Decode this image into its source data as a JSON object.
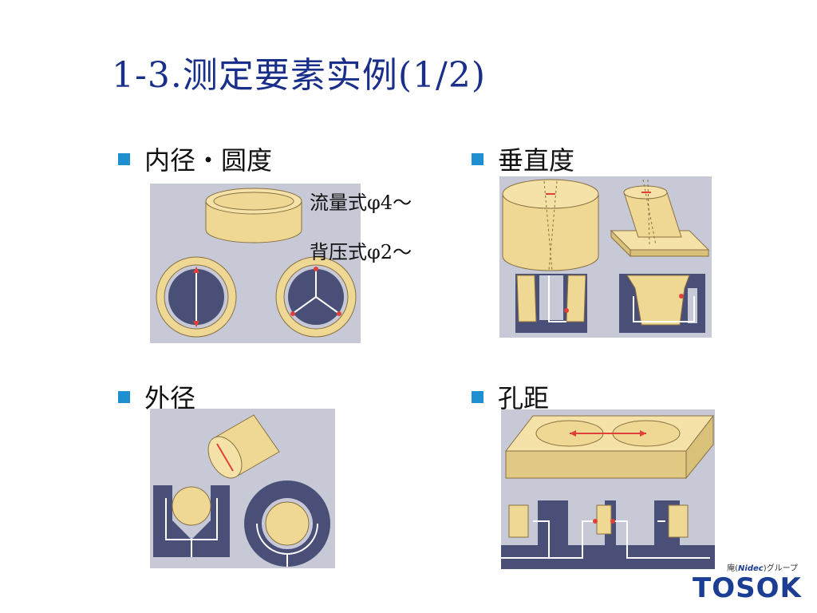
{
  "slide": {
    "title": "1-3.测定要素实例(1/2)"
  },
  "bullets": {
    "inner": "内径・圆度",
    "vertical": "垂直度",
    "outer": "外径",
    "hole": "孔距"
  },
  "notes": {
    "flow": "流量式φ4～",
    "back": "背压式φ2～"
  },
  "logo": {
    "group_prefix": "庵(",
    "group_name": "Nidec",
    "group_suffix": ")グループ",
    "brand": "TOSOK"
  },
  "colors": {
    "accent": "#1e8fd0",
    "title": "#1a2f8a",
    "part": "#f2dc9a",
    "fixture": "#4a4f78",
    "panel": "#c7cad6",
    "arrow": "#e0403a"
  }
}
